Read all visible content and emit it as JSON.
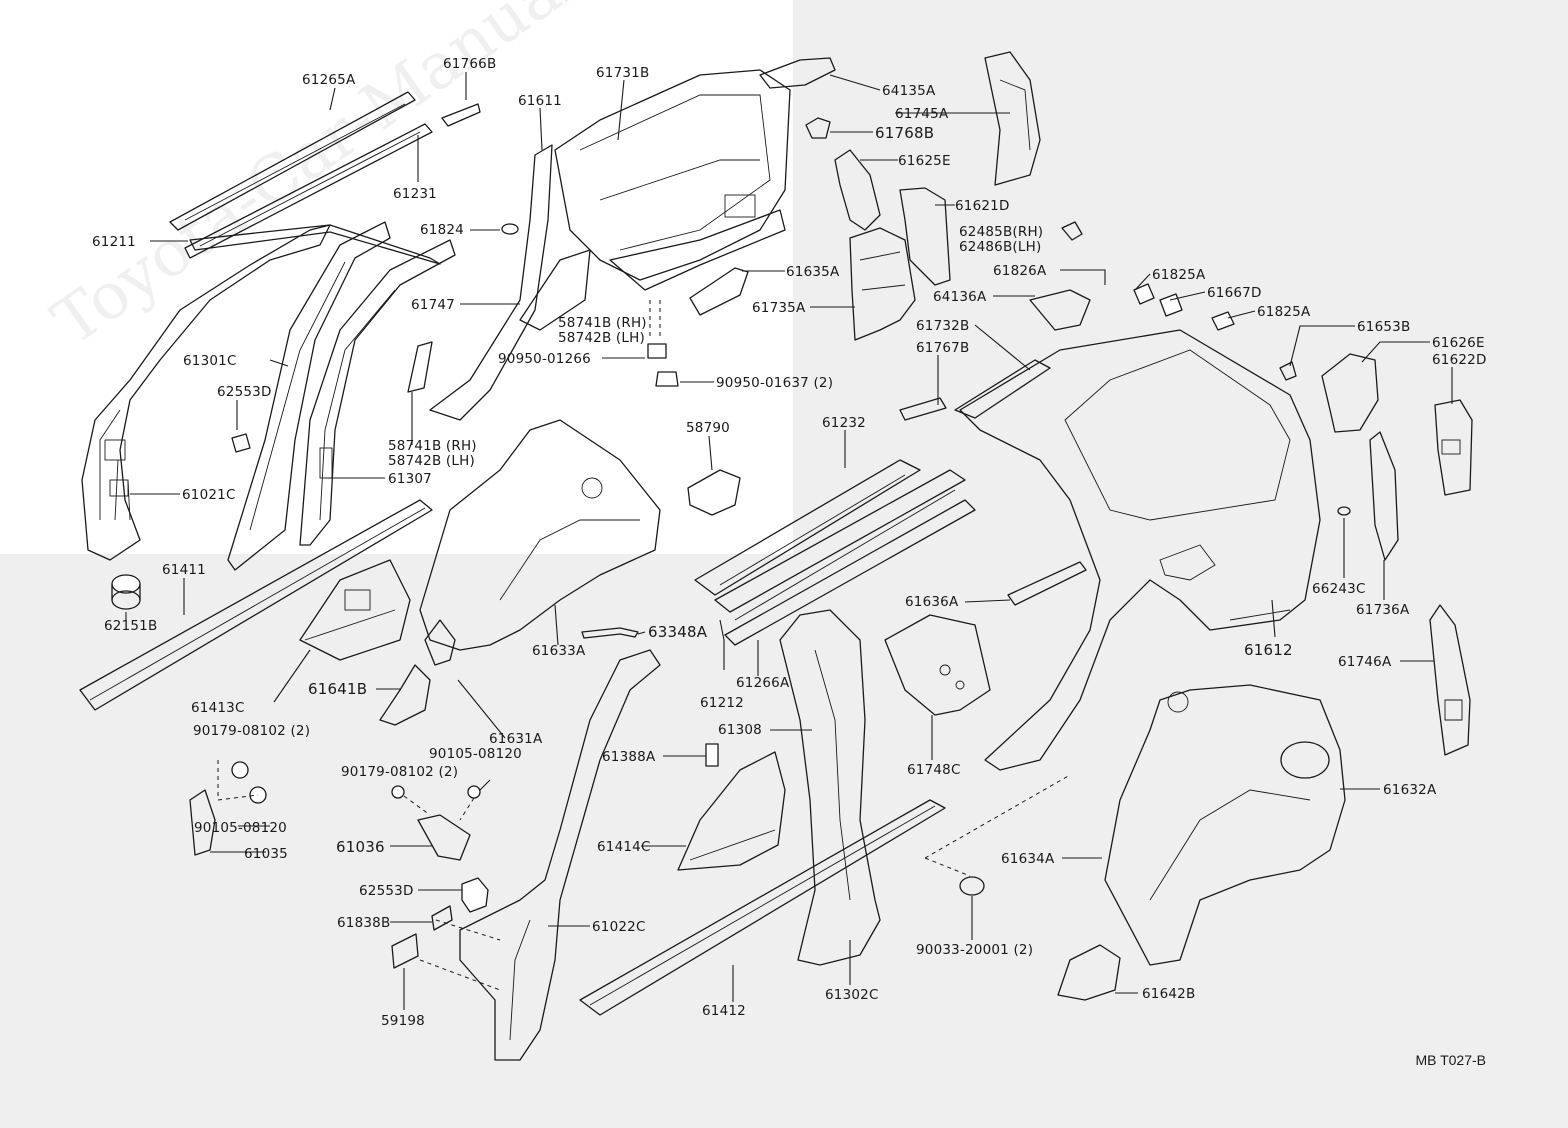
{
  "diagram_code": "MB T027-B",
  "watermark": "Toyota-Car-Manual",
  "labels": {
    "p61265A": "61265A",
    "p61766B": "61766B",
    "p61731B": "61731B",
    "p64135A": "64135A",
    "p61611": "61611",
    "p61231": "61231",
    "p61211": "61211",
    "p61824": "61824",
    "p61745A": "61745A",
    "p61768B": "61768B",
    "p61625E": "61625E",
    "p61621D": "61621D",
    "p62485B": "62485B(RH)",
    "p62486B": "62486B(LH)",
    "p61826A": "61826A",
    "p61825A_1": "61825A",
    "p64136A": "64136A",
    "p61667D": "61667D",
    "p61825A_2": "61825A",
    "p61635A": "61635A",
    "p61735A": "61735A",
    "p61747": "61747",
    "p58741B_top": "58741B (RH)",
    "p58742B_top": "58742B (LH)",
    "p90950_01266": "90950-01266",
    "p90950_01637": "90950-01637 (2)",
    "p61301C": "61301C",
    "p62553D_1": "62553D",
    "p58741B": "58741B (RH)",
    "p58742B": "58742B (LH)",
    "p61307": "61307",
    "p61021C": "61021C",
    "p61732B": "61732B",
    "p61767B": "61767B",
    "p61653B": "61653B",
    "p61626E": "61626E",
    "p61622D": "61622D",
    "p58790": "58790",
    "p61232": "61232",
    "p61411": "61411",
    "p62151B": "62151B",
    "p61413C": "61413C",
    "p61641B": "61641B",
    "p61633A": "61633A",
    "p63348A": "63348A",
    "p61636A": "61636A",
    "p66243C": "66243C",
    "p61736A": "61736A",
    "p61612": "61612",
    "p61746A": "61746A",
    "p61212": "61212",
    "p61266A": "61266A",
    "p61631A": "61631A",
    "p90179_1": "90179-08102 (2)",
    "p90105_1": "90105-08120",
    "p90179_2": "90179-08102 (2)",
    "p90105_2": "90105-08120",
    "p61035": "61035",
    "p61036": "61036",
    "p61308": "61308",
    "p61388A": "61388A",
    "p61414C": "61414C",
    "p61748C": "61748C",
    "p61632A": "61632A",
    "p61634A": "61634A",
    "p62553D_2": "62553D",
    "p61838B": "61838B",
    "p61022C": "61022C",
    "p59198": "59198",
    "p61412": "61412",
    "p61302C": "61302C",
    "p90033": "90033-20001 (2)",
    "p61642B": "61642B"
  }
}
